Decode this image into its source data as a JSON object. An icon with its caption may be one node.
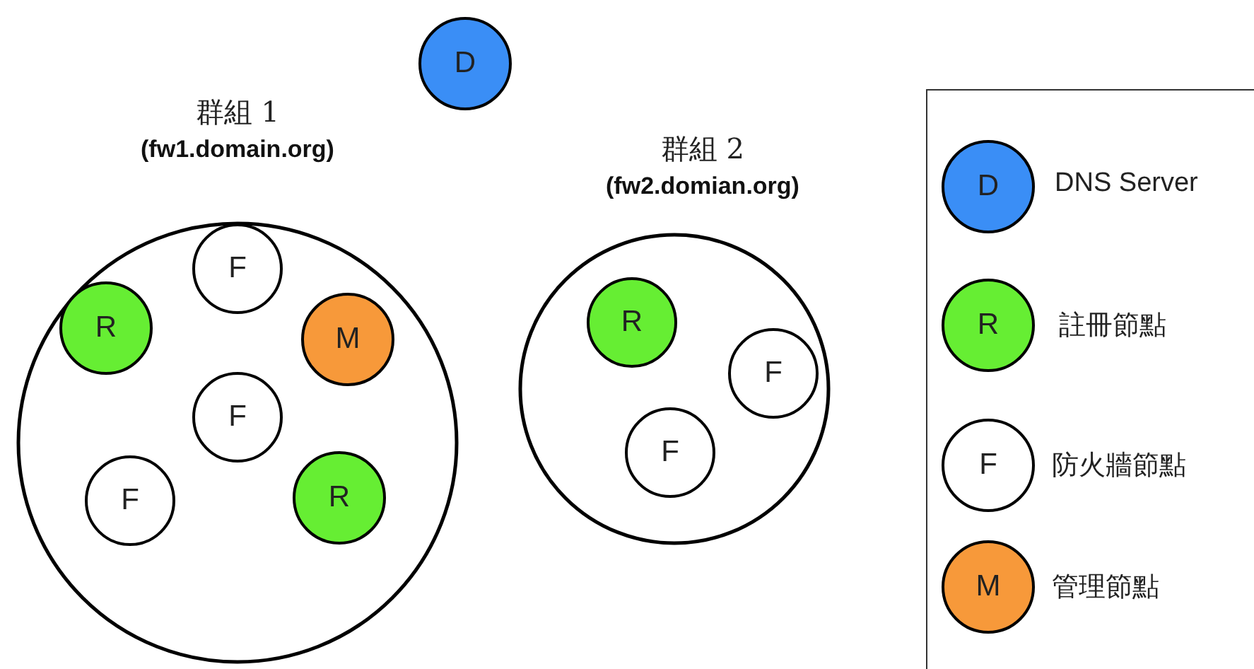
{
  "diagram": {
    "nodes": [
      {
        "text": [
          "D"
        ]
      },
      {
        "text": [
          "群組 1",
          "(fw1.domain.org)"
        ]
      },
      {
        "text": [
          "F"
        ],
        "in": 1
      },
      {
        "text": [
          "R"
        ],
        "in": 1
      },
      {
        "text": [
          "M"
        ],
        "in": 1
      },
      {
        "text": [
          "F"
        ],
        "in": 1
      },
      {
        "text": [
          "F"
        ],
        "in": 1
      },
      {
        "text": [
          "R"
        ],
        "in": 1
      },
      {
        "text": [
          "群組 2",
          "(fw2.domian.org)"
        ]
      },
      {
        "text": [
          "R"
        ],
        "in": 8
      },
      {
        "text": [
          "F"
        ],
        "in": 8
      },
      {
        "text": [
          "F"
        ],
        "in": 8
      },
      {
        "text": [],
        "shape": "box"
      },
      {
        "text": [
          "D"
        ],
        "in": 12,
        "beside": [
          "DNS Server"
        ]
      },
      {
        "text": [
          "R"
        ],
        "in": 12,
        "beside": [
          "註冊節點"
        ]
      },
      {
        "text": [
          "F"
        ],
        "in": 12,
        "beside": [
          "防火牆節點"
        ]
      },
      {
        "text": [
          "M"
        ],
        "in": 12,
        "beside": [
          "管理節點"
        ]
      }
    ]
  }
}
